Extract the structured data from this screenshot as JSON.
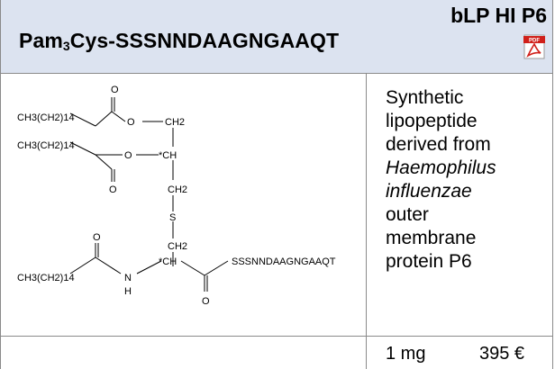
{
  "product": {
    "name_prefix": "Pam",
    "name_sub": "3",
    "name_suffix": "Cys-SSSNNDAAGNGAAQT",
    "code": "bLP HI P6"
  },
  "structure": {
    "ch3_top": "CH3(CH2)14",
    "ch3_mid": "CH3(CH2)14",
    "ch3_bot": "CH3(CH2)14",
    "o1": "O",
    "o2": "O",
    "o3": "O",
    "o4": "O",
    "o5": "O",
    "o6": "O",
    "s": "S",
    "nh": "N",
    "h": "H",
    "ch2_a": "CH2",
    "ch_b": "*CH",
    "ch2_c": "CH2",
    "ch2_d": "CH2",
    "ch_e": "*CH",
    "peptide": "SSSNNDAAGNGAAQT"
  },
  "description": {
    "line1": "Synthetic",
    "line2": "lipopeptide",
    "line3": "derived from",
    "line4": "Haemophilus",
    "line5": "influenzae",
    "line6": "outer",
    "line7": "membrane",
    "line8": "protein P6"
  },
  "order": {
    "quantity": "1 mg",
    "price": "395 €"
  },
  "icons": {
    "pdf": "pdf-icon"
  },
  "colors": {
    "header_bg": "#dce3f0",
    "pdf_red": "#d0201a"
  }
}
